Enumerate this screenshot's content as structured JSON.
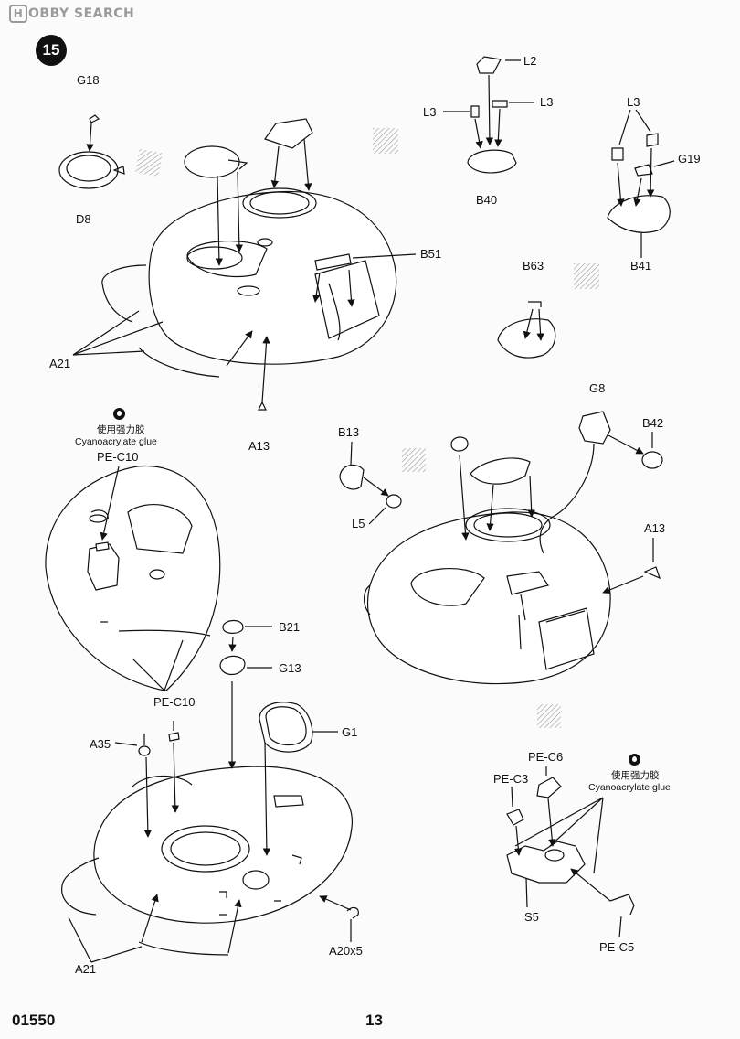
{
  "watermark": {
    "logo_letter": "H",
    "text": "OBBY SEARCH"
  },
  "step_number": "15",
  "footer": {
    "product_code": "01550",
    "page_number": "13"
  },
  "parts": {
    "g18": "G18",
    "d8": "D8",
    "a21_top": "A21",
    "a13_top": "A13",
    "l2": "L2",
    "l3_left": "L3",
    "l3_right": "L3",
    "b40": "B40",
    "l3_b41": "L3",
    "g19": "G19",
    "b41": "B41",
    "b51": "B51",
    "b63": "B63",
    "b13": "B13",
    "l5": "L5",
    "g8": "G8",
    "b42": "B42",
    "a13_right": "A13",
    "pe_c10_inset": "PE-C10",
    "b21": "B21",
    "g13": "G13",
    "pe_c10_main": "PE-C10",
    "a35": "A35",
    "g1": "G1",
    "a21_bottom": "A21",
    "a20x5": "A20x5",
    "pe_c6": "PE-C6",
    "pe_c3": "PE-C3",
    "s5": "S5",
    "pe_c5": "PE-C5"
  },
  "glue_note_1": {
    "cn": "使用强力胶",
    "en": "Cyanoacrylate glue"
  },
  "glue_note_2": {
    "cn": "使用强力胶",
    "en": "Cyanoacrylate glue"
  }
}
